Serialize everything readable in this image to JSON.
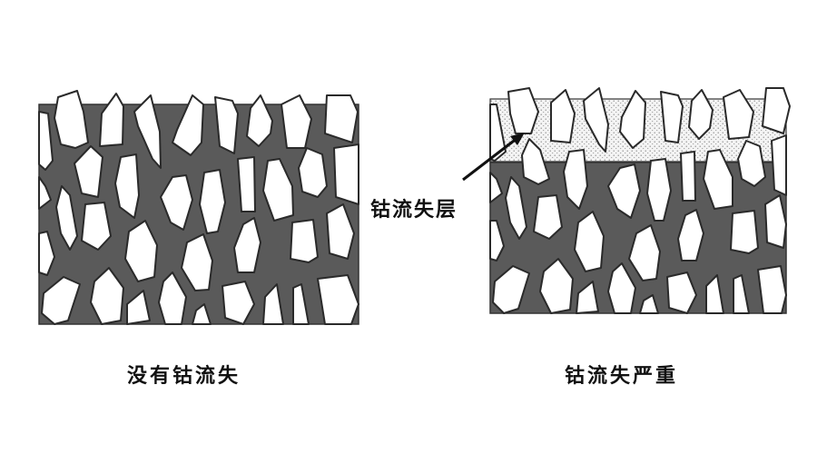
{
  "diagram": {
    "colors": {
      "matrix": "#5a5a5a",
      "grain_fill": "#ffffff",
      "grain_stroke": "#2a2a2a",
      "leached_layer": "#f2f2f2",
      "leached_dots": "#8a8a8a",
      "text": "#111111"
    },
    "left_panel": {
      "caption": "没有钴流失",
      "description": "Cemented carbide structure: white angular grains embedded in dark binder matrix, no binder loss"
    },
    "right_panel": {
      "caption": "钴流失严重",
      "description": "Severe binder loss: top layer of binder replaced by dotted leached zone"
    },
    "annotation": {
      "label": "钴流失层",
      "points_to": "leached layer in right panel"
    }
  }
}
